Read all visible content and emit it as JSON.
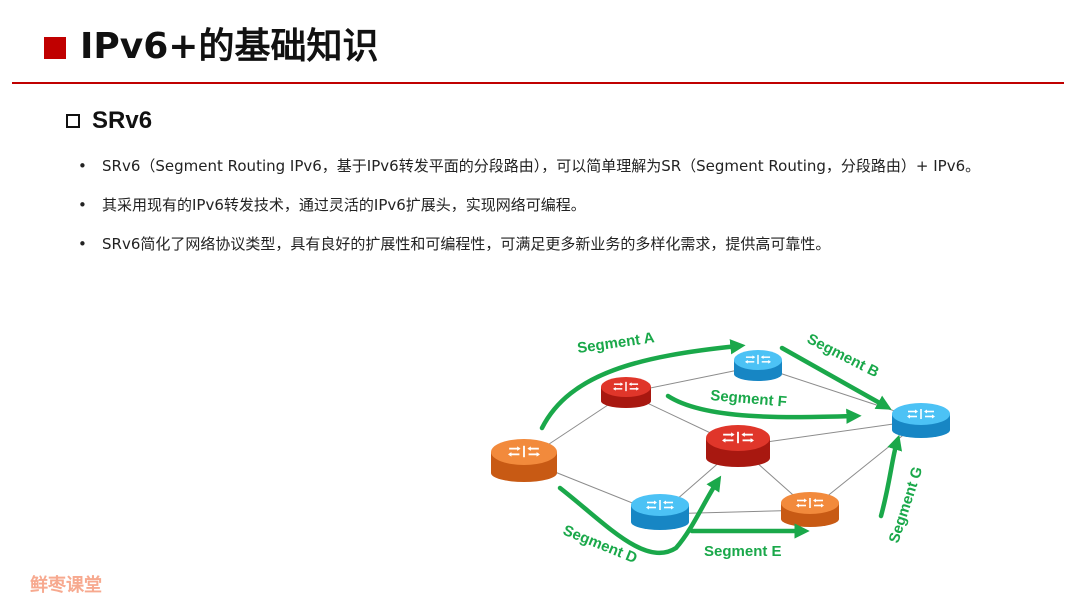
{
  "header": {
    "title": "IPv6+的基础知识",
    "accent_color": "#c00000"
  },
  "section": {
    "subtitle": "SRv6",
    "bullets": [
      "SRv6（Segment Routing IPv6，基于IPv6转发平面的分段路由），可以简单理解为SR（Segment Routing，分段路由）+ IPv6。",
      "其采用现有的IPv6转发技术，通过灵活的IPv6扩展头，实现网络可编程。",
      "SRv6简化了网络协议类型，具有良好的扩展性和可编程性，可满足更多新业务的多样化需求，提供高可靠性。"
    ]
  },
  "diagram": {
    "router_icon": "router-icon",
    "colors": {
      "orange": "#ee7a2a",
      "red": "#d42a1e",
      "blue": "#32aee8",
      "segment_arrow": "#1aa84a"
    },
    "segments": {
      "a": "Segment A",
      "b": "Segment B",
      "d": "Segment D",
      "e": "Segment E",
      "f": "Segment F",
      "g": "Segment G"
    }
  },
  "watermark": "鲜枣课堂"
}
